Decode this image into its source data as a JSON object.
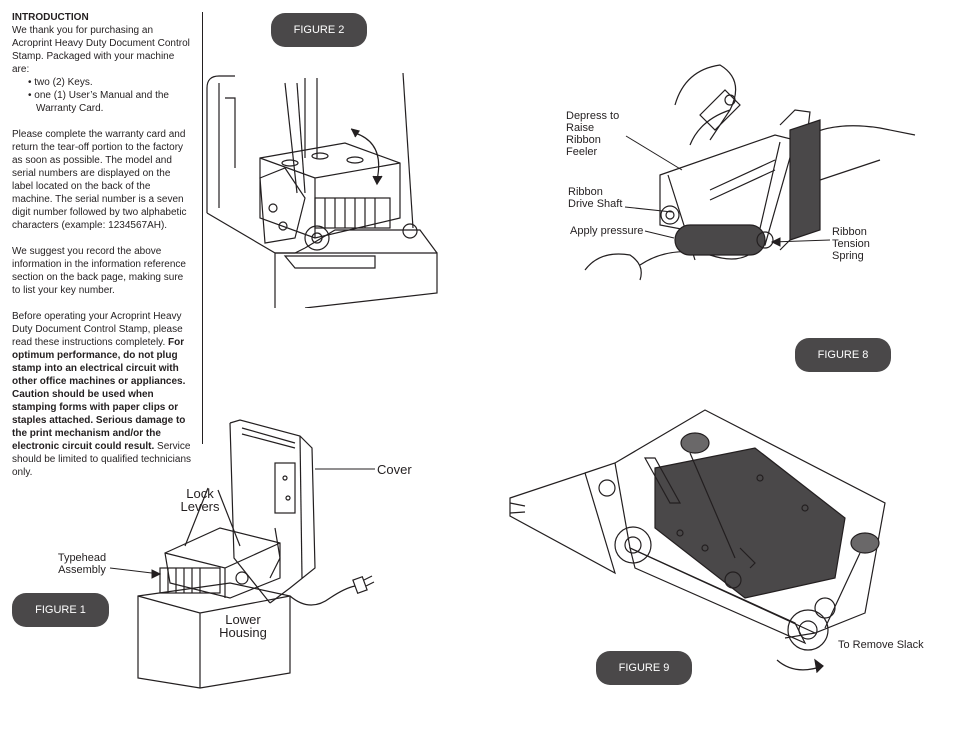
{
  "intro": {
    "heading": "INTRODUCTION",
    "p1": "We thank you for purchasing an Acroprint Heavy Duty Document Control Stamp. Packaged with your machine are:",
    "items": [
      "• two (2) Keys.",
      "• one (1) User’s Manual and the Warranty Card."
    ],
    "p2": "Please complete the warranty card and return the tear-off portion to the factory as soon as possible. The model and serial numbers are displayed on the label located on the back of the machine. The serial number is a seven digit number followed by two alphabetic characters (example: 1234567AH).",
    "p3": "We suggest you record the above information in the information reference section on the back page, making sure to list your key number.",
    "p4_normal": "Before operating your Acroprint Heavy Duty Document Control Stamp, please read these instructions completely. ",
    "p4_bold": "For optimum performance, do not plug stamp into an electrical circuit with other office machines or appliances. Caution should be used when stamping forms with paper clips or staples attached. Serious damage to the print mechanism and/or the electronic circuit could result.",
    "p4_end": " Service should be limited to qualified technicians only."
  },
  "figures": {
    "fig1": {
      "badge": "FIGURE 1",
      "labels": {
        "cover": "Cover",
        "lock_levers": "Lock Levers",
        "typehead": "Typehead Assembly",
        "lower_housing": "Lower Housing"
      }
    },
    "fig2": {
      "badge": "FIGURE 2"
    },
    "fig8": {
      "badge": "FIGURE 8",
      "labels": {
        "depress": "Depress to Raise Ribbon Feeler",
        "drive_shaft": "Ribbon Drive Shaft",
        "apply_pressure": "Apply pressure",
        "tension_spring": "Ribbon Tension Spring"
      }
    },
    "fig9": {
      "badge": "FIGURE 9",
      "labels": {
        "remove_slack": "To Remove Slack"
      }
    }
  }
}
